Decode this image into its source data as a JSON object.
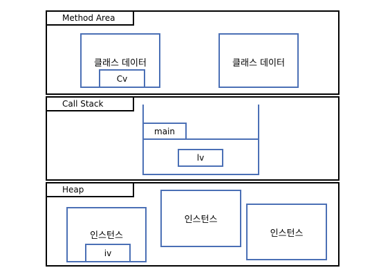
{
  "method_area": {
    "title": "Method Area",
    "class_data_1": {
      "label": "클래스 데이터",
      "inner_label": "Cv"
    },
    "class_data_2": {
      "label": "클래스 데이터"
    }
  },
  "call_stack": {
    "title": "Call Stack",
    "frame": {
      "label": "main",
      "inner_label": "lv"
    }
  },
  "heap": {
    "title": "Heap",
    "instance_1": {
      "label": "인스턴스",
      "inner_label": "iv"
    },
    "instance_2": {
      "label": "인스턴스"
    },
    "instance_3": {
      "label": "인스턴스"
    }
  },
  "colors": {
    "outline": "#000000",
    "box": "#4a6fb5"
  }
}
